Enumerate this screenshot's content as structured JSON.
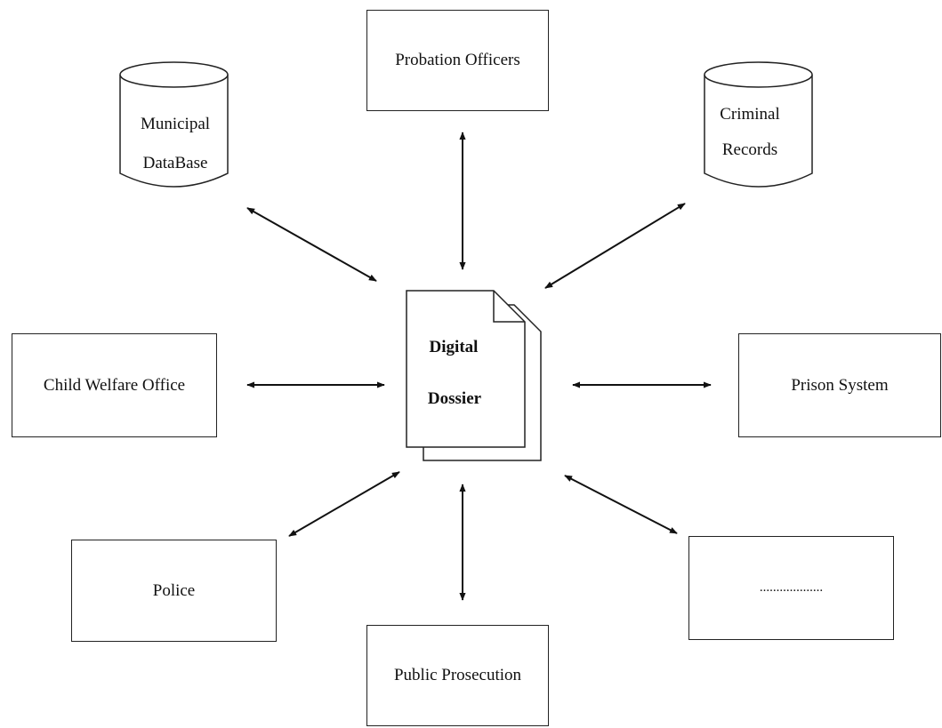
{
  "center": {
    "line1": "Digital",
    "line2": "Dossier"
  },
  "nodes": {
    "probation_officers": "Probation Officers",
    "municipal_database": {
      "line1": "Municipal",
      "line2": "DataBase"
    },
    "criminal_records": {
      "line1": "Criminal",
      "line2": "Records"
    },
    "child_welfare_office": "Child Welfare Office",
    "prison_system": "Prison System",
    "police": "Police",
    "public_prosecution": "Public Prosecution",
    "other": "..................."
  }
}
